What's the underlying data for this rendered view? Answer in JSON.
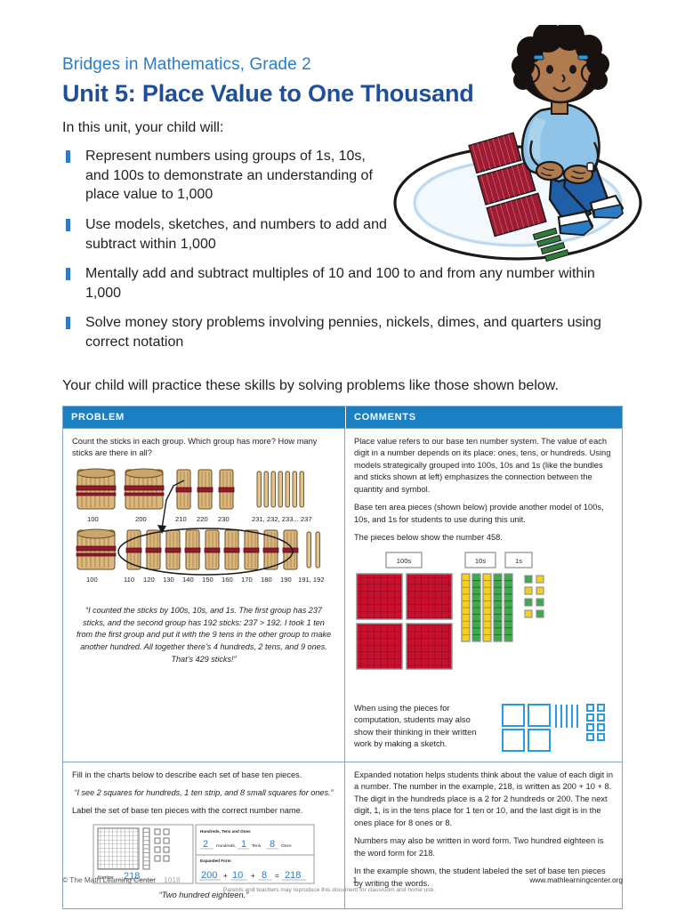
{
  "header": {
    "kicker": "Bridges in Mathematics, Grade 2",
    "title": "Unit 5: Place Value to One Thousand",
    "lead": "In this unit, your child will:",
    "goals": [
      "Represent numbers using groups of 1s, 10s, and 100s to demonstrate an understanding of place value to 1,000",
      "Use models, sketches, and numbers to add and subtract  within 1,000",
      "Mentally add and subtract multiples of 10 and 100 to and from any number within 1,000",
      "Solve money story problems involving pennies, nickels, dimes, and quarters using correct notation"
    ],
    "practice_line": "Your child will practice these skills by solving problems like those shown below."
  },
  "table": {
    "columns": [
      "PROBLEM",
      "COMMENTS"
    ],
    "row1": {
      "problem": {
        "prompt": "Count the sticks in each group. Which group has more? How many sticks are there in all?",
        "group_a_labels": [
          "100",
          "200",
          "210",
          "220",
          "230",
          "231, 232, 233... 237"
        ],
        "group_b_labels": [
          "100",
          "110",
          "120",
          "130",
          "140",
          "150",
          "160",
          "170",
          "180",
          "190",
          "191, 192"
        ],
        "quote": "“I counted the sticks by 100s, 10s, and 1s. The first group has 237 sticks, and the second group has 192 sticks: 237 > 192. I took 1 ten from the first group and put it with the 9 tens in the other group to make another hundred. All together there’s 4 hundreds, 2 tens, and 9 ones. That’s 429 sticks!”"
      },
      "comments": {
        "p1": "Place value refers to our base ten number system. The value of each digit in a number depends on its place: ones, tens, or hundreds. Using models strategically grouped into 100s, 10s and 1s (like the bundles and sticks shown at left) emphasizes the connection between the quantity and symbol.",
        "p2": "Base ten area pieces (shown below) provide another model of 100s, 10s, and 1s for students to use during this unit.",
        "p3": "The pieces below show the number 458.",
        "piece_labels": [
          "100s",
          "10s",
          "1s"
        ],
        "sketch_text": "When using the pieces for computation, students may also show their thinking in their written work by making a sketch."
      }
    },
    "row2": {
      "problem": {
        "p1": "Fill in the charts below to describe each set of base ten pieces.",
        "quote": "“I see 2 squares for hundreds, 1 ten strip, and 8 small squares for ones.”",
        "p2": "Label the set of base ten pieces with the correct number name.",
        "chart": {
          "left_label": "Number",
          "left_value": "218",
          "title": "Hundreds, Tens and Ones",
          "fields": [
            {
              "value": "2",
              "label": "Hundreds,"
            },
            {
              "value": "1",
              "label": "Tens,"
            },
            {
              "value": "8",
              "label": "Ones"
            }
          ],
          "expanded_title": "Expanded Form",
          "expanded": [
            "200",
            "+",
            "10",
            "+",
            "8",
            "=",
            "218"
          ]
        },
        "caption": "“Two hundred eighteen.”"
      },
      "comments": {
        "p1": "Expanded notation helps students think about the value of each digit in a number. The number in the example, 218, is written as 200 + 10 + 8. The digit in the hundreds place is a 2 for 2 hundreds or 200. The next digit, 1, is in the tens place for 1 ten or 10, and the last digit is in the ones place for 8 ones or 8.",
        "p2": "Numbers may also be written in word form. Two hundred eighteen is the word form for 218.",
        "p3": "In the example shown, the student labeled the set of base ten pieces by writing the words."
      }
    }
  },
  "footer": {
    "copyright": "© The Math Learning Center",
    "code": "1018",
    "page": "1",
    "url": "www.mathlearningcenter.org",
    "note": "Parents and teachers may reproduce this document for classroom and home use."
  },
  "colors": {
    "kicker_blue": "#2b7cc4",
    "title_blue": "#1f4f96",
    "header_bar": "#1b7fc3",
    "table_border": "#7fa8cf",
    "bullet": "#2b7cc4",
    "hundreds_red": "#c8102e",
    "tens_green": "#3faa4b",
    "tens_yellow": "#f2d024",
    "sketch_blue": "#2b9ae0",
    "bundle_tan": "#d9b77d",
    "bundle_band": "#8c1c2b"
  }
}
